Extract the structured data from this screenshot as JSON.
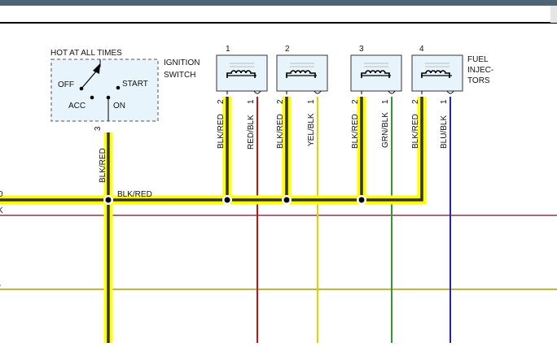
{
  "colors": {
    "top_bar": "#4f6276",
    "yellow": "#ffff00",
    "wire_core": "#333333",
    "red_wire": "#cc1111",
    "yel_wire": "#d8d800",
    "grn_wire": "#2e9a2e",
    "blu_wire": "#2222bb",
    "brown_line": "#8a3a4a",
    "ochre_line": "#b09a00",
    "switch_fill": "#e8f4fb",
    "injector_fill": "#e8f4fb"
  },
  "switch": {
    "hot_label": "HOT AT ALL TIMES",
    "name_line1": "IGNITION",
    "name_line2": "SWITCH",
    "off": "OFF",
    "start": "START",
    "acc": "ACC",
    "on": "ON",
    "pin": "3"
  },
  "injectors": {
    "label_line1": "FUEL",
    "label_line2": "INJEC-",
    "label_line3": "TORS",
    "items": [
      {
        "number": "1",
        "pin_a": "2",
        "pin_b": "1",
        "wire_a": "BLK/RED",
        "wire_b": "RED/BLK"
      },
      {
        "number": "2",
        "pin_a": "2",
        "pin_b": "1",
        "wire_a": "BLK/RED",
        "wire_b": "YEL/BLK"
      },
      {
        "number": "3",
        "pin_a": "2",
        "pin_b": "1",
        "wire_a": "BLK/RED",
        "wire_b": "GRN/BLK"
      },
      {
        "number": "4",
        "pin_a": "2",
        "pin_b": "1",
        "wire_a": "BLK/RED",
        "wire_b": "BLU/BLK"
      }
    ]
  },
  "wires": {
    "switch_down": "BLK/RED",
    "bus": "BLK/RED",
    "left_edge_top": "0",
    "left_edge_mid": "K",
    "left_edge_low": "-"
  }
}
